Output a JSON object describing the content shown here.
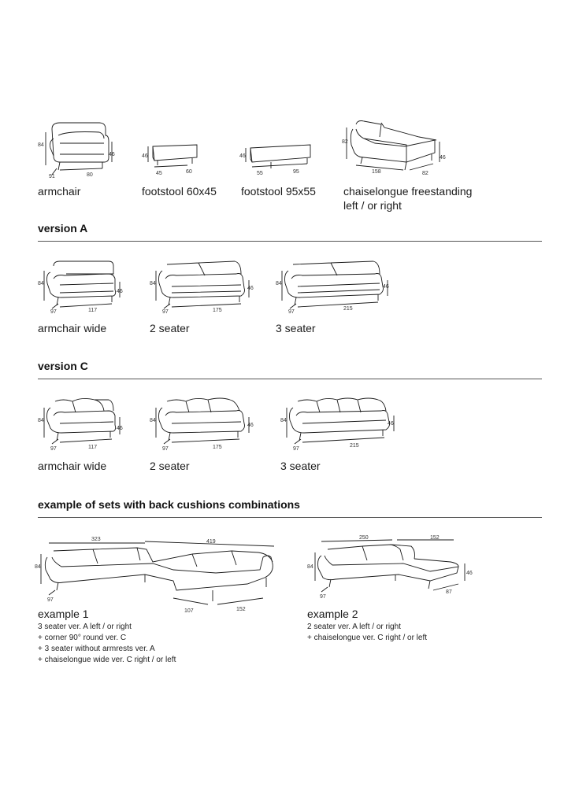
{
  "top_items": [
    {
      "name": "armchair",
      "label": "armchair",
      "dims": {
        "h": "84",
        "hs": "46",
        "d": "91",
        "w": "80"
      }
    },
    {
      "name": "footstool-60x45",
      "label": "footstool 60x45",
      "dims": {
        "h": "46",
        "d": "45",
        "w": "60"
      }
    },
    {
      "name": "footstool-95x55",
      "label": "footstool 95x55",
      "dims": {
        "h": "46",
        "d": "55",
        "w": "95"
      }
    },
    {
      "name": "chaiselongue",
      "label_line1": "chaiselongue freestanding",
      "label_line2": "left / or right",
      "dims": {
        "h": "82",
        "hs": "46",
        "d": "158",
        "w": "82"
      }
    }
  ],
  "version_a": {
    "title": "version A",
    "items": [
      {
        "label": "armchair wide",
        "dims": {
          "h": "84",
          "hs": "46",
          "d": "97",
          "w": "117"
        }
      },
      {
        "label": "2 seater",
        "dims": {
          "h": "84",
          "hs": "46",
          "d": "97",
          "w": "175"
        }
      },
      {
        "label": "3 seater",
        "dims": {
          "h": "84",
          "hs": "46",
          "d": "97",
          "w": "215"
        }
      }
    ]
  },
  "version_c": {
    "title": "version C",
    "items": [
      {
        "label": "armchair wide",
        "dims": {
          "h": "84",
          "hs": "46",
          "d": "97",
          "w": "117"
        }
      },
      {
        "label": "2 seater",
        "dims": {
          "h": "84",
          "hs": "46",
          "d": "97",
          "w": "175"
        }
      },
      {
        "label": "3 seater",
        "dims": {
          "h": "84",
          "hs": "46",
          "d": "97",
          "w": "215"
        }
      }
    ]
  },
  "examples": {
    "title": "example of sets with back cushions combinations",
    "example1": {
      "label": "example 1",
      "lines": [
        "3 seater ver. A left / or right",
        "+ corner 90° round ver. C",
        "+ 3 seater without armrests ver. A",
        "+ chaiselongue wide ver. C right / or left"
      ],
      "dims": {
        "top_left": "323",
        "top_right": "419",
        "h": "84",
        "d": "97",
        "c1": "107",
        "c2": "152"
      }
    },
    "example2": {
      "label": "example 2",
      "lines": [
        "2 seater ver. A left / or right",
        "+ chaiselongue ver. C right / or left"
      ],
      "dims": {
        "top_left": "250",
        "top_right": "152",
        "h": "84",
        "hs": "46",
        "d": "97",
        "c": "87"
      }
    }
  },
  "colors": {
    "line": "#1a1a1a",
    "rule": "#555555"
  }
}
